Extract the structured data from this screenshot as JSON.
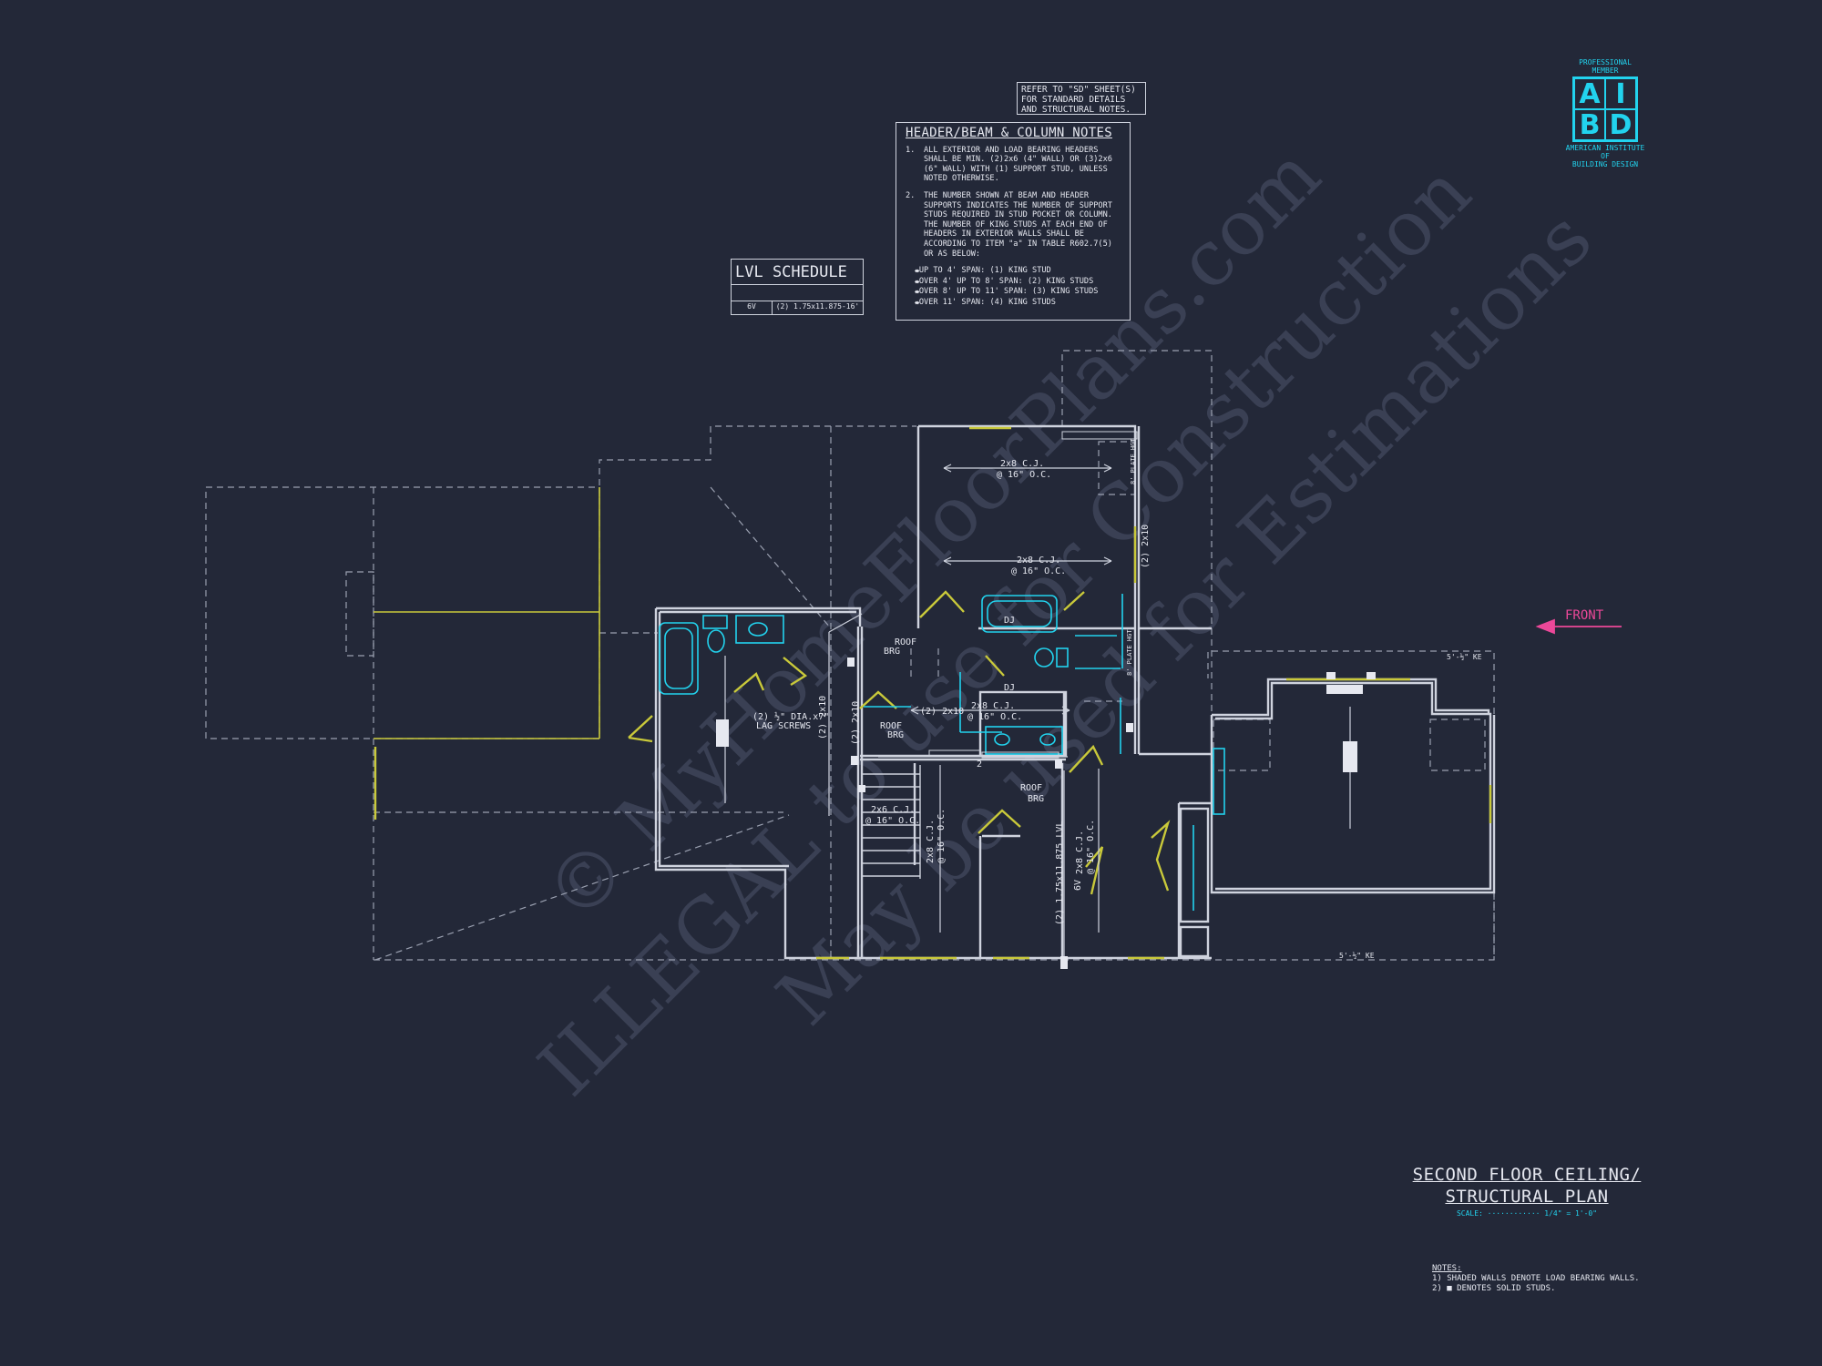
{
  "watermark": {
    "line1": "© MyHomeFloorPlans.com",
    "line2": "ILLEGAL to use for Construction",
    "line3": "May be used for Estimations"
  },
  "refer_note": {
    "lines": [
      "REFER TO \"SD\" SHEET(S)",
      "FOR STANDARD DETAILS",
      "AND STRUCTURAL NOTES."
    ]
  },
  "header_beam_notes": {
    "title": "HEADER/BEAM & COLUMN NOTES",
    "items": [
      {
        "num": "1.",
        "text": "ALL EXTERIOR AND LOAD BEARING HEADERS SHALL BE MIN. (2)2x6 (4\" WALL) OR (3)2x6 (6\" WALL) WITH (1) SUPPORT STUD, UNLESS NOTED OTHERWISE."
      },
      {
        "num": "2.",
        "text": "THE NUMBER SHOWN AT BEAM AND HEADER SUPPORTS INDICATES THE NUMBER OF SUPPORT STUDS REQUIRED IN STUD POCKET OR COLUMN. THE NUMBER OF KING STUDS AT EACH END OF HEADERS IN EXTERIOR WALLS SHALL BE ACCORDING TO ITEM \"a\" IN TABLE R602.7(5) OR AS BELOW:"
      }
    ],
    "bullets": [
      "UP TO 4' SPAN: (1) KING STUD",
      "OVER 4' UP TO 8' SPAN: (2) KING STUDS",
      "OVER 8' UP TO 11' SPAN: (3) KING STUDS",
      "OVER 11' SPAN: (4) KING STUDS"
    ]
  },
  "lvl_schedule": {
    "title": "LVL SCHEDULE",
    "rows": [
      {
        "mark": "6V",
        "spec": "(2) 1.75x11.875-16'"
      }
    ]
  },
  "logo": {
    "top": [
      "PROFESSIONAL",
      "MEMBER"
    ],
    "letters": [
      "A",
      "I",
      "B",
      "D"
    ],
    "bottom": [
      "AMERICAN INSTITUTE",
      "OF",
      "BUILDING DESIGN"
    ],
    "color": "#22d3ee"
  },
  "front_label": "FRONT",
  "plan_labels": {
    "cj_top_1": "2x8 C.J.",
    "cj_top_1b": "@ 16\" O.C.",
    "cj_top_2": "2x8 C.J.",
    "cj_top_2b": "@ 16\" O.C.",
    "cj_mid": "2x8 C.J.",
    "cj_midb": "@ 16\" O.C.",
    "cj_stair": "2x6 C.J.",
    "cj_stairb": "@ 16\" O.C.",
    "cj_left_v": "2x8 C.J.",
    "cj_left_vb": "@ 16\" O.C.",
    "cj_right_v": "2x8 C.J.",
    "cj_right_vb": "@ 16\" O.C.",
    "lvl_v": "(2) 1.75x11.875 LVL",
    "lvl_tag": "6V",
    "hdr_2x10_a": "(2) 2x10",
    "hdr_2x10_b": "(2) 2x10",
    "hdr_2x10_c": "(2) 2x10",
    "hdr_2x10_d": "(2) 2x10",
    "roof_brg_1a": "ROOF",
    "roof_brg_1b": "BRG",
    "roof_brg_2a": "ROOF",
    "roof_brg_2b": "BRG",
    "roof_brg_3a": "ROOF",
    "roof_brg_3b": "BRG",
    "lag_a": "(2) ½\" DIA.x7\"",
    "lag_b": "LAG SCREWS",
    "dj_1": "DJ",
    "dj_2": "DJ",
    "plate_1": "8' PLATE HGT",
    "plate_2": "8' PLATE HGT",
    "ke_1": "5'-½\" KE",
    "ke_2": "5'-½\" KE",
    "num_2": "2"
  },
  "title_block": {
    "line1": "SECOND FLOOR CEILING/",
    "line2": "STRUCTURAL PLAN",
    "scale": "SCALE: ············ 1/4\" = 1'-0\""
  },
  "notes": {
    "title": "NOTES:",
    "items": [
      "1) SHADED WALLS DENOTE LOAD BEARING WALLS.",
      "2) ■ DENOTES SOLID STUDS."
    ]
  },
  "colors": {
    "background": "#232838",
    "wall": "#cfd3de",
    "roof_line": "#c9c93a",
    "fixture": "#22d3ee",
    "front_arrow": "#ec4899"
  }
}
